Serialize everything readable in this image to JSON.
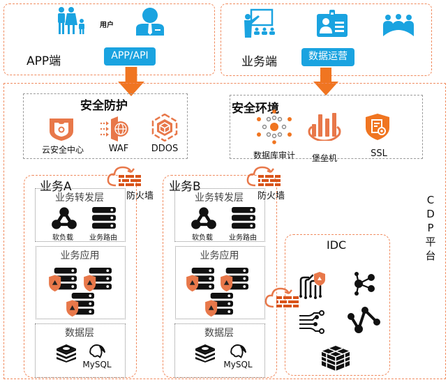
{
  "app_side": {
    "label": "APP端",
    "user_label": "用户",
    "button": "APP/API",
    "icons": [
      "family-icon",
      "user-icon"
    ]
  },
  "business_side": {
    "label": "业务端",
    "button": "数据运营",
    "icons": [
      "presentation-icon",
      "id-card-icon",
      "meeting-icon"
    ]
  },
  "platform": {
    "label_chars": [
      "C",
      "D",
      "P",
      "平",
      "台"
    ]
  },
  "security_protection": {
    "title": "安全防护",
    "items": [
      {
        "label": "云安全中心",
        "icon": "shield-icon"
      },
      {
        "label": "WAF",
        "icon": "waf-icon"
      },
      {
        "label": "DDOS",
        "icon": "ddos-icon"
      }
    ]
  },
  "security_env": {
    "title": "安全环境",
    "items": [
      {
        "label": "数据库审计",
        "icon": "db-audit-icon"
      },
      {
        "label": "堡垒机",
        "icon": "bastion-icon"
      },
      {
        "label": "SSL",
        "icon": "ssl-shield-icon"
      }
    ]
  },
  "firewall_label": "防火墙",
  "business_a": {
    "title": "业务A",
    "forward_layer": {
      "title": "业务转发层",
      "items": [
        "软负载",
        "业务路由"
      ]
    },
    "app_layer": {
      "title": "业务应用"
    },
    "data_layer": {
      "title": "数据层",
      "items": [
        "",
        "MySQL"
      ]
    }
  },
  "business_b": {
    "title": "业务B",
    "forward_layer": {
      "title": "业务转发层",
      "items": [
        "软负载",
        "业务路由"
      ]
    },
    "app_layer": {
      "title": "业务应用"
    },
    "data_layer": {
      "title": "数据层",
      "items": [
        "",
        "MySQL"
      ]
    }
  },
  "idc": {
    "title": "IDC",
    "icons": [
      "rack-icon",
      "share-nodes-icon",
      "circuit-icon",
      "graph-icon",
      "cube-cluster-icon"
    ]
  },
  "colors": {
    "blue": "#1aa3e0",
    "orange": "#f07521",
    "orange_light": "#e8784a",
    "dash_orange": "#f08a5d",
    "dash_gray": "#9a9a9a"
  }
}
